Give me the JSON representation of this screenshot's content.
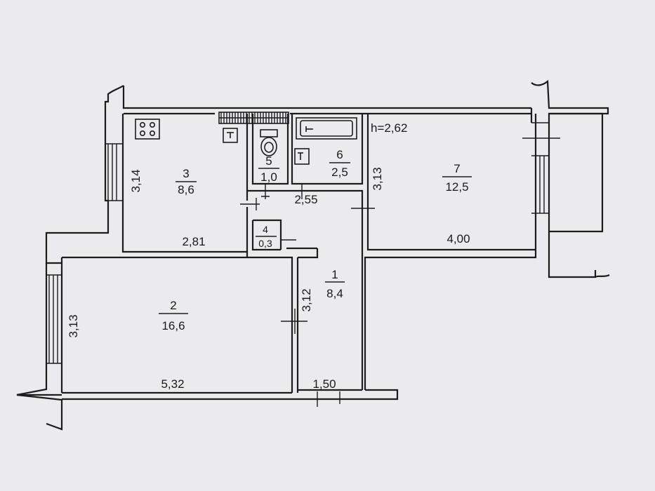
{
  "ceiling_height": "h=2,62",
  "rooms": [
    {
      "id": "room-1",
      "number": "1",
      "area": "8,4"
    },
    {
      "id": "room-2",
      "number": "2",
      "area": "16,6"
    },
    {
      "id": "room-3",
      "number": "3",
      "area": "8,6"
    },
    {
      "id": "room-4",
      "number": "4",
      "area": "0,3"
    },
    {
      "id": "room-5",
      "number": "5",
      "area": "1,0"
    },
    {
      "id": "room-6",
      "number": "6",
      "area": "2,5"
    },
    {
      "id": "room-7",
      "number": "7",
      "area": "12,5"
    }
  ],
  "dimensions": {
    "room3_height": "3,14",
    "room3_width": "2,81",
    "room2_height": "3,13",
    "room2_width": "5,32",
    "room1_height": "3,12",
    "room1_width": "1,50",
    "corridor_width": "2,55",
    "room7_height": "3,13",
    "room7_width": "4,00"
  }
}
